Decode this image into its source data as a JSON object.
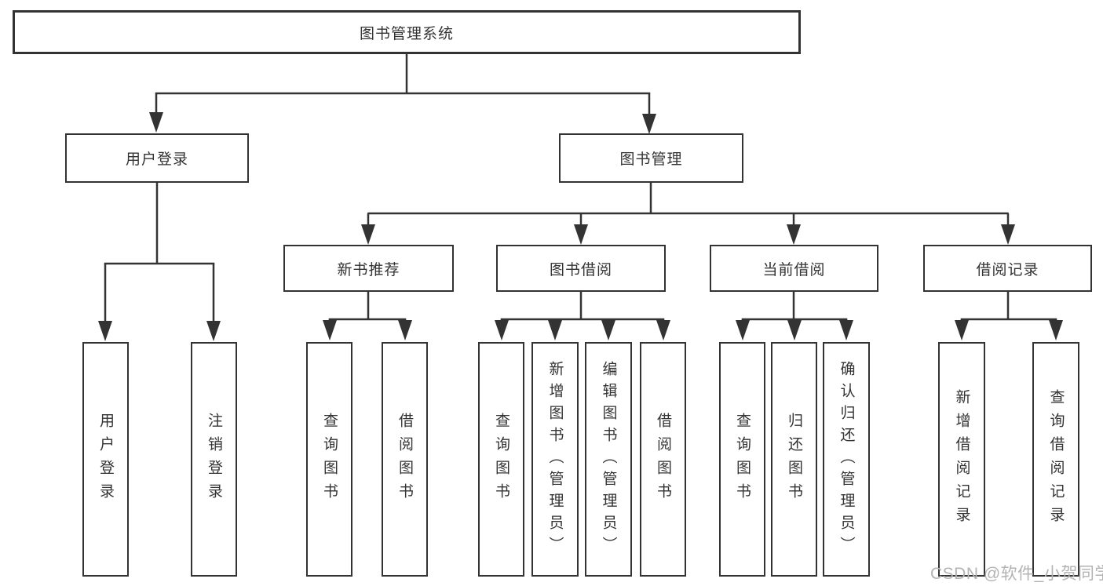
{
  "diagram": {
    "root": {
      "label": "图书管理系统"
    },
    "branches": [
      {
        "label": "用户登录",
        "children": [
          {
            "label": "用户登录"
          },
          {
            "label": "注销登录"
          }
        ]
      },
      {
        "label": "图书管理",
        "children": [
          {
            "label": "新书推荐",
            "children": [
              {
                "label": "查询图书"
              },
              {
                "label": "借阅图书"
              }
            ]
          },
          {
            "label": "图书借阅",
            "children": [
              {
                "label": "查询图书"
              },
              {
                "label": "新增图书（管理员）"
              },
              {
                "label": "编辑图书（管理员）"
              },
              {
                "label": "借阅图书"
              }
            ]
          },
          {
            "label": "当前借阅",
            "children": [
              {
                "label": "查询图书"
              },
              {
                "label": "归还图书"
              },
              {
                "label": "确认归还（管理员）"
              }
            ]
          },
          {
            "label": "借阅记录",
            "children": [
              {
                "label": "新增借阅记录"
              },
              {
                "label": "查询借阅记录"
              }
            ]
          }
        ]
      }
    ],
    "watermark": "CSDN @软件_小贺同学",
    "colors": {
      "line": "#333333",
      "text": "#333333",
      "box_background": "#ffffff",
      "page_background": "#ffffff",
      "watermark": "#b3b3b3"
    }
  }
}
